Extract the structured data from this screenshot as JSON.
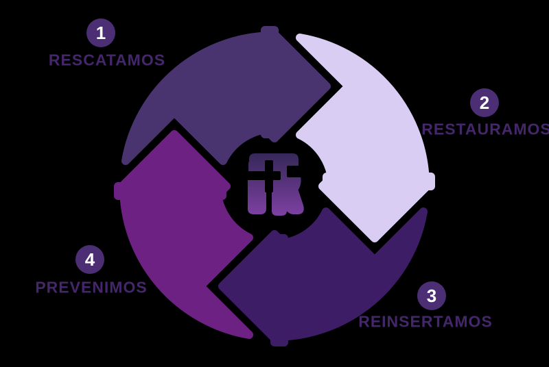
{
  "background_color": "#000000",
  "diagram": {
    "type": "cycle",
    "direction": "clockwise",
    "steps": [
      {
        "number": "1",
        "label": "RESCATAMOS",
        "arrow_color": "#493470"
      },
      {
        "number": "2",
        "label": "RESTAURAMOS",
        "arrow_color": "#d9cdf3"
      },
      {
        "number": "3",
        "label": "REINSERTAMOS",
        "arrow_color": "#3e1d67"
      },
      {
        "number": "4",
        "label": "PREVENIMOS",
        "arrow_color": "#6c2183"
      }
    ],
    "badge": {
      "fill": "#4b2e74",
      "text_color": "#ffffff"
    },
    "label_color": "#44276b",
    "logo": {
      "name": "iR monogram with cross",
      "gradient_top": "#342757",
      "gradient_bottom": "#7e41a3",
      "cutout_color": "#000000"
    }
  }
}
